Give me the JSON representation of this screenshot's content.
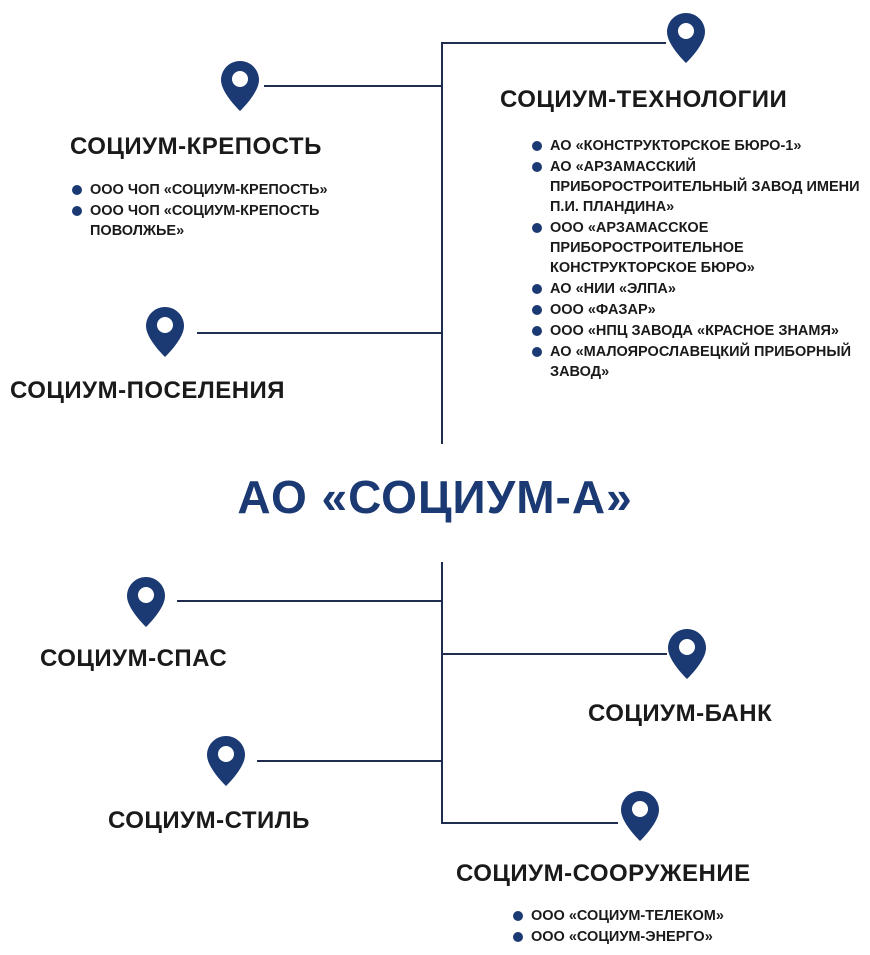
{
  "main": {
    "title": "АО «СОЦИУМ-А»"
  },
  "colors": {
    "accent": "#1b3a73",
    "line": "#1f2d4e"
  },
  "icons": {
    "pin": "map-pin-icon"
  },
  "subsidiaries": {
    "krepost": {
      "title": "СОЦИУМ-КРЕПОСТЬ",
      "items": [
        "ООО ЧОП «СОЦИУМ-КРЕПОСТЬ»",
        "ООО ЧОП «СОЦИУМ-КРЕПОСТЬ ПОВОЛЖЬЕ»"
      ]
    },
    "tekhnologii": {
      "title": "СОЦИУМ-ТЕХНОЛОГИИ",
      "items": [
        "АО «КОНСТРУКТОРСКОЕ БЮРО-1»",
        "АО «АРЗАМАССКИЙ ПРИБОРОСТРОИТЕЛЬНЫЙ ЗАВОД ИМЕНИ П.И. ПЛАНДИНА»",
        "ООО «АРЗАМАССКОЕ ПРИБОРОСТРОИТЕЛЬНОЕ КОНСТРУКТОРСКОЕ БЮРО»",
        "АО «НИИ «ЭЛПА»",
        "ООО «ФАЗАР»",
        "ООО «НПЦ ЗАВОДА «КРАСНОЕ ЗНАМЯ»",
        "АО «МАЛОЯРОСЛАВЕЦКИЙ ПРИБОРНЫЙ ЗАВОД»"
      ]
    },
    "poseleniya": {
      "title": "СОЦИУМ-ПОСЕЛЕНИЯ"
    },
    "spas": {
      "title": "СОЦИУМ-СПАС"
    },
    "bank": {
      "title": "СОЦИУМ-БАНК"
    },
    "stil": {
      "title": "СОЦИУМ-СТИЛЬ"
    },
    "sooruzhenie": {
      "title": "СОЦИУМ-СООРУЖЕНИЕ",
      "items": [
        "ООО «СОЦИУМ-ТЕЛЕКОМ»",
        "ООО «СОЦИУМ-ЭНЕРГО»"
      ]
    }
  }
}
